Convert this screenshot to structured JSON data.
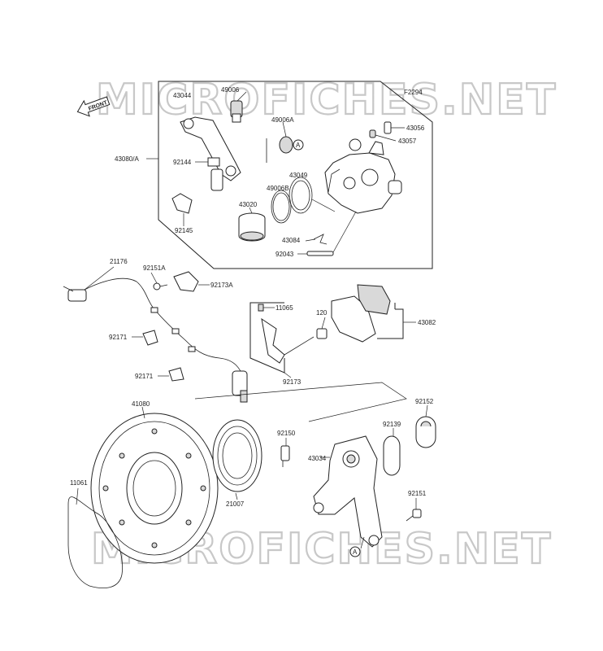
{
  "watermark": {
    "text": "MICROFICHES.NET"
  },
  "front_badge": {
    "text": "FRONT"
  },
  "diagram_code": "F2294",
  "ref_mark": "A",
  "labels": {
    "p43044": "43044",
    "p49006": "49006",
    "p49006a": "49006A",
    "p43080a": "43080/A",
    "p92144": "92144",
    "p43056": "43056",
    "p43057": "43057",
    "p43049": "43049",
    "p49006b": "49006B",
    "p43020": "43020",
    "p92145": "92145",
    "p43084": "43084",
    "p92043": "92043",
    "p21176": "21176",
    "p92151a": "92151A",
    "p92173a": "92173A",
    "p11065": "11065",
    "p120": "120",
    "p43082": "43082",
    "p92171_1": "92171",
    "p92171_2": "92171",
    "p92173": "92173",
    "p41080": "41080",
    "p92152": "92152",
    "p92150": "92150",
    "p92139": "92139",
    "p43034": "43034",
    "p11061": "11061",
    "p21007": "21007",
    "p92151": "92151"
  }
}
